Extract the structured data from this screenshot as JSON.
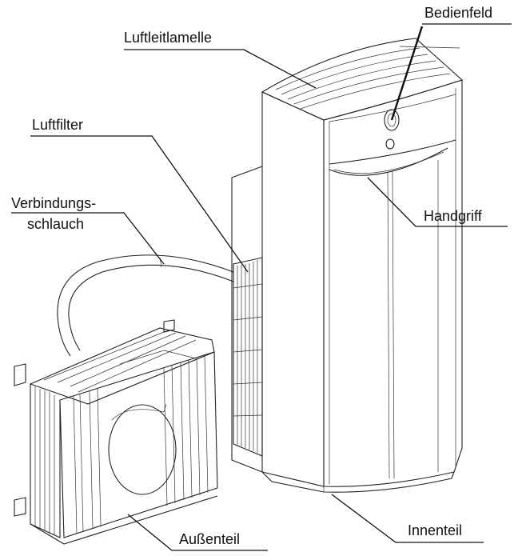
{
  "labels": {
    "bedienfeld": "Bedienfeld",
    "luftleitlamelle": "Luftleitlamelle",
    "luftfilter": "Luftfilter",
    "verbindungsschlauch_1": "Verbindungs-",
    "verbindungsschlauch_2": "schlauch",
    "handgriff": "Handgriff",
    "aussenteil": "Außenteil",
    "innenteil": "Innenteil"
  }
}
